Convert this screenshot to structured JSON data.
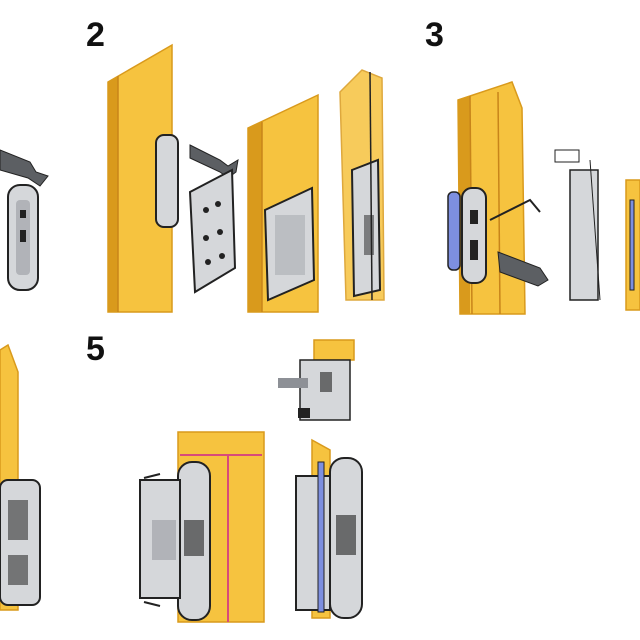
{
  "steps": [
    {
      "label": "2"
    },
    {
      "label": "3"
    },
    {
      "label": "5"
    }
  ],
  "colors": {
    "wood": "#f6c33f",
    "wood_edge": "#d99a1c",
    "wood_line": "#c8841a",
    "metal": "#d5d7da",
    "metal_dark": "#8d9096",
    "arrow": "#5c5f63",
    "blue_strip": "#7d8fe0",
    "pink_line": "#d84a7a",
    "outline": "#222222"
  }
}
